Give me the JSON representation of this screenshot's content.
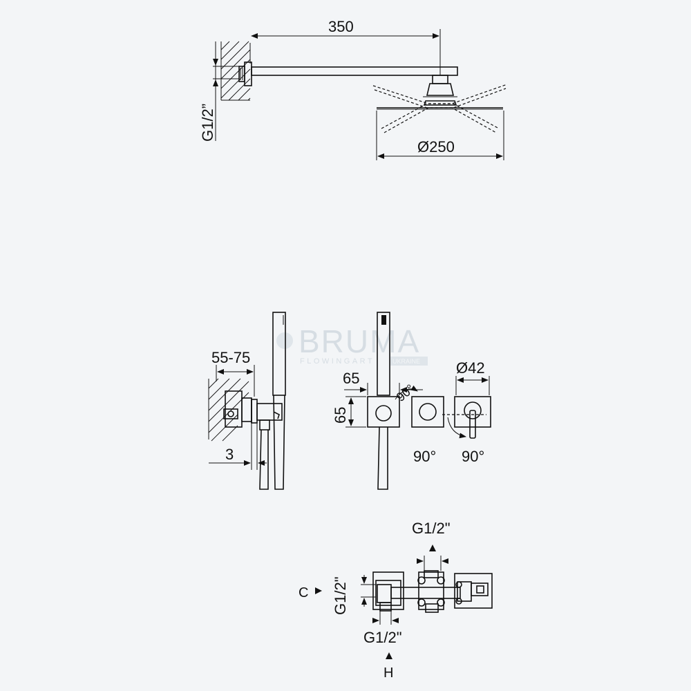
{
  "watermark": {
    "brand": "BRUMA",
    "tagline": "FLOWINGART",
    "region": "UKRAINE"
  },
  "top_view": {
    "arm_length": "350",
    "head_diameter": "Ø250",
    "wall_connection": "G1/2”"
  },
  "middle_view": {
    "wall_depth": "55-75",
    "offset": "3",
    "plate_width": "65",
    "plate_height": "65",
    "rotation_small": "90°",
    "handle_diameter": "Ø42",
    "rotation_left": "90°",
    "rotation_right": "90°"
  },
  "bottom_view": {
    "top_connection": "G1/2\"",
    "left_connection": "G1/2\"",
    "bottom_connection": "G1/2\"",
    "cold_label": "C",
    "hot_label": "H"
  }
}
